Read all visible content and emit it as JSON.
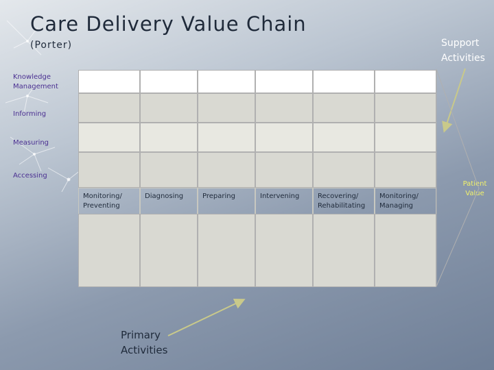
{
  "slide": {
    "title": "Care Delivery Value Chain",
    "subtitle": "(Porter)",
    "support_label_line1": "Support",
    "support_label_line2": "Activities",
    "primary_label_line1": "Primary",
    "primary_label_line2": "Activities",
    "patient_value_line1": "Patient",
    "patient_value_line2": "Value"
  },
  "support_rows": [
    {
      "line1": "Knowledge",
      "line2": "Management"
    },
    {
      "line1": "Informing",
      "line2": ""
    },
    {
      "line1": "Measuring",
      "line2": ""
    },
    {
      "line1": "Accessing",
      "line2": ""
    }
  ],
  "primary_columns": [
    {
      "line1": "Monitoring/",
      "line2": "Preventing"
    },
    {
      "line1": "Diagnosing",
      "line2": ""
    },
    {
      "line1": "Preparing",
      "line2": ""
    },
    {
      "line1": "Intervening",
      "line2": ""
    },
    {
      "line1": "Recovering/",
      "line2": "Rehabilitating"
    },
    {
      "line1": "Monitoring/",
      "line2": "Managing"
    }
  ],
  "colors": {
    "title_text": "#1f2a3a",
    "row_label_text": "#4a2f91",
    "patient_value_text": "#f2f26a",
    "arrow": "#c9c98a"
  }
}
